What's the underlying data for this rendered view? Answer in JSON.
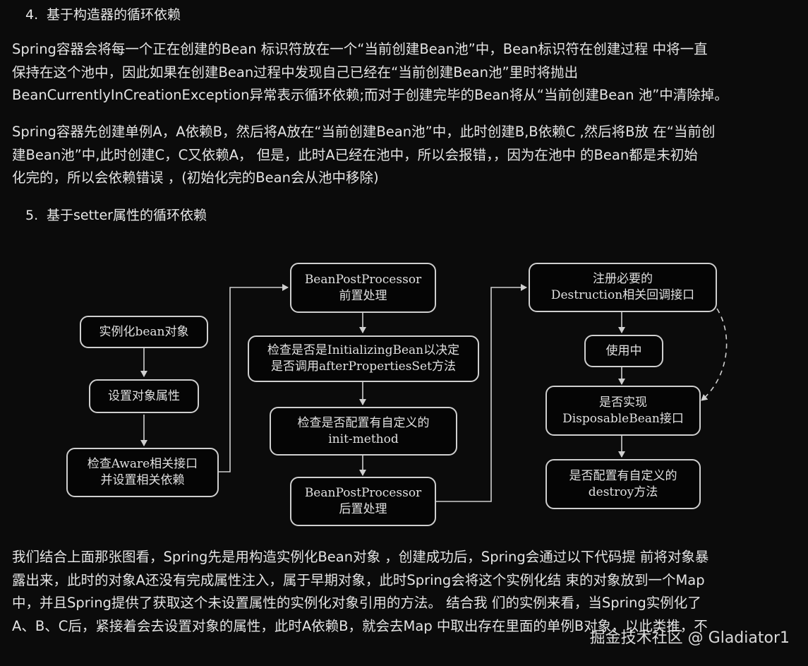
{
  "heading4": {
    "num": "4.",
    "text": "基于构造器的循环依赖"
  },
  "para1": [
    "Spring容器会将每一个正在创建的Bean 标识符放在一个“当前创建Bean池”中，Bean标识符在创建过程 中将一直",
    "保持在这个池中，因此如果在创建Bean过程中发现自己已经在“当前创建Bean池”里时将抛出",
    "BeanCurrentlyInCreationException异常表示循环依赖;而对于创建完毕的Bean将从“当前创建Bean 池”中清除掉。"
  ],
  "para2": [
    "Spring容器先创建单例A，A依赖B，然后将A放在“当前创建Bean池”中，此时创建B,B依赖C ,然后将B放 在“当前创",
    "建Bean池”中,此时创建C，C又依赖A， 但是，此时A已经在池中，所以会报错，，因为在池中 的Bean都是未初始",
    "化完的，所以会依赖错误 ，(初始化完的Bean会从池中移除)"
  ],
  "heading5": {
    "num": "5.",
    "text": "基于setter属性的循环依赖"
  },
  "diagram": {
    "nodes": {
      "instantiate": [
        "实例化bean对象"
      ],
      "set_props": [
        "设置对象属性"
      ],
      "aware": [
        "检查Aware相关接口",
        "并设置相关依赖"
      ],
      "bpp_before": [
        "BeanPostProcessor",
        "前置处理"
      ],
      "initializing": [
        "检查是否是InitializingBean以决定",
        "是否调用afterPropertiesSet方法"
      ],
      "init_method": [
        "检查是否配置有自定义的",
        "init-method"
      ],
      "bpp_after": [
        "BeanPostProcessor",
        "后置处理"
      ],
      "register_destruction": [
        "注册必要的",
        "Destruction相关回调接口"
      ],
      "in_use": [
        "使用中"
      ],
      "disposable": [
        "是否实现",
        "DisposableBean接口"
      ],
      "destroy_method": [
        "是否配置有自定义的",
        "destroy方法"
      ]
    }
  },
  "para3": [
    "我们结合上面那张图看，Spring先是用构造实例化Bean对象 ，创建成功后，Spring会通过以下代码提 前将对象暴",
    "露出来，此时的对象A还没有完成属性注入，属于早期对象，此时Spring会将这个实例化结 束的对象放到一个Map",
    "中，并且Spring提供了获取这个未设置属性的实例化对象引用的方法。 结合我 们的实例来看，当Spring实例化了",
    "A、B、C后，紧接着会去设置对象的属性，此时A依赖B，就会去Map 中取出存在里面的单例B对象，以此类推，不"
  ],
  "watermark": "掘金技术社区 @ Gladiator1"
}
